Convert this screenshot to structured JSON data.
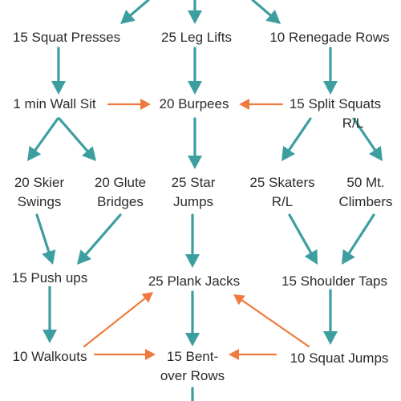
{
  "colors": {
    "flow": "#3d9ea0",
    "link": "#f07a3e",
    "text": "#2b2b2b",
    "background": "#ffffff"
  },
  "nodes": {
    "squat_presses": "15 Squat Presses",
    "leg_lifts": "25 Leg Lifts",
    "renegade_rows": "10 Renegade Rows",
    "wall_sit": "1 min Wall Sit",
    "burpees": "20 Burpees",
    "split_squats_1": "15 Split Squats",
    "split_squats_2": "R/L",
    "skier_swings_1": "20 Skier",
    "skier_swings_2": "Swings",
    "glute_bridges_1": "20 Glute",
    "glute_bridges_2": "Bridges",
    "star_jumps_1": "25 Star",
    "star_jumps_2": "Jumps",
    "skaters_1": "25 Skaters",
    "skaters_2": "R/L",
    "climbers_1": "50 Mt.",
    "climbers_2": "Climbers",
    "push_ups": "15 Push ups",
    "plank_jacks": "25 Plank Jacks",
    "shoulder_taps": "15 Shoulder Taps",
    "walkouts": "10 Walkouts",
    "bent_over_rows_1": "15 Bent-",
    "bent_over_rows_2": "over Rows",
    "squat_jumps": "10 Squat Jumps"
  }
}
